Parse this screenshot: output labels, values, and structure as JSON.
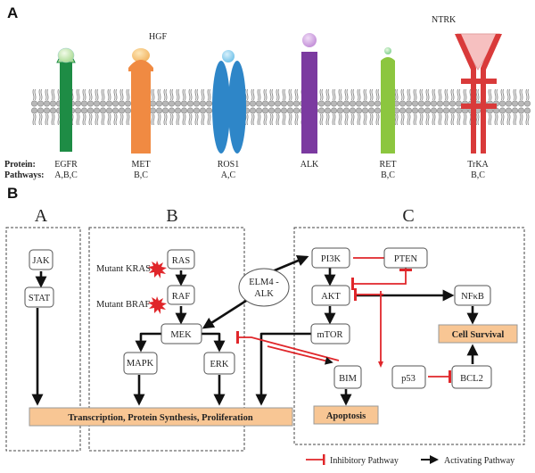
{
  "panel_a": {
    "letter": "A",
    "protein_header": "Protein:",
    "pathways_header": "Pathways:",
    "ligands": {
      "hgf": "HGF",
      "ntrk": "NTRK"
    },
    "receptors": [
      {
        "name": "EGFR",
        "pathways": "A,B,C",
        "color": "#1e8c45"
      },
      {
        "name": "MET",
        "pathways": "B,C",
        "color": "#f08a42"
      },
      {
        "name": "ROS1",
        "pathways": "A,C",
        "color": "#2e86c8"
      },
      {
        "name": "ALK",
        "pathways": "C",
        "color": "#7b3aa0"
      },
      {
        "name": "RET",
        "pathways": "B,C",
        "color": "#8cc63f"
      },
      {
        "name": "TrKA",
        "pathways": "B,C",
        "color": "#d93a3a"
      }
    ]
  },
  "panel_b": {
    "letter": "B",
    "column_titles": {
      "a": "A",
      "b": "B",
      "c": "C"
    },
    "nodes": {
      "jak": "JAK",
      "stat": "STAT",
      "ras": "RAS",
      "raf": "RAF",
      "mek": "MEK",
      "mapk": "MAPK",
      "erk": "ERK",
      "elm4_line1": "ELM4 -",
      "elm4_line2": "ALK",
      "pi3k": "PI3K",
      "pten": "PTEN",
      "akt": "AKT",
      "mtor": "mTOR",
      "nfkb": "NFκB",
      "bim": "BIM",
      "p53": "p53",
      "bcl2": "BCL2"
    },
    "mutants": {
      "kras": "Mutant KRAS",
      "braf": "Mutant BRAF"
    },
    "outcomes": {
      "transcription": "Transcription, Protein Synthesis, Proliferation",
      "cell_survival": "Cell Survival",
      "apoptosis": "Apoptosis"
    },
    "legend": {
      "inhibitory": "Inhibitory Pathway",
      "activating": "Activating Pathway"
    },
    "colors": {
      "inhibitory": "#e0262a",
      "activating": "#111111",
      "outcome_box": "#f8c694"
    }
  }
}
